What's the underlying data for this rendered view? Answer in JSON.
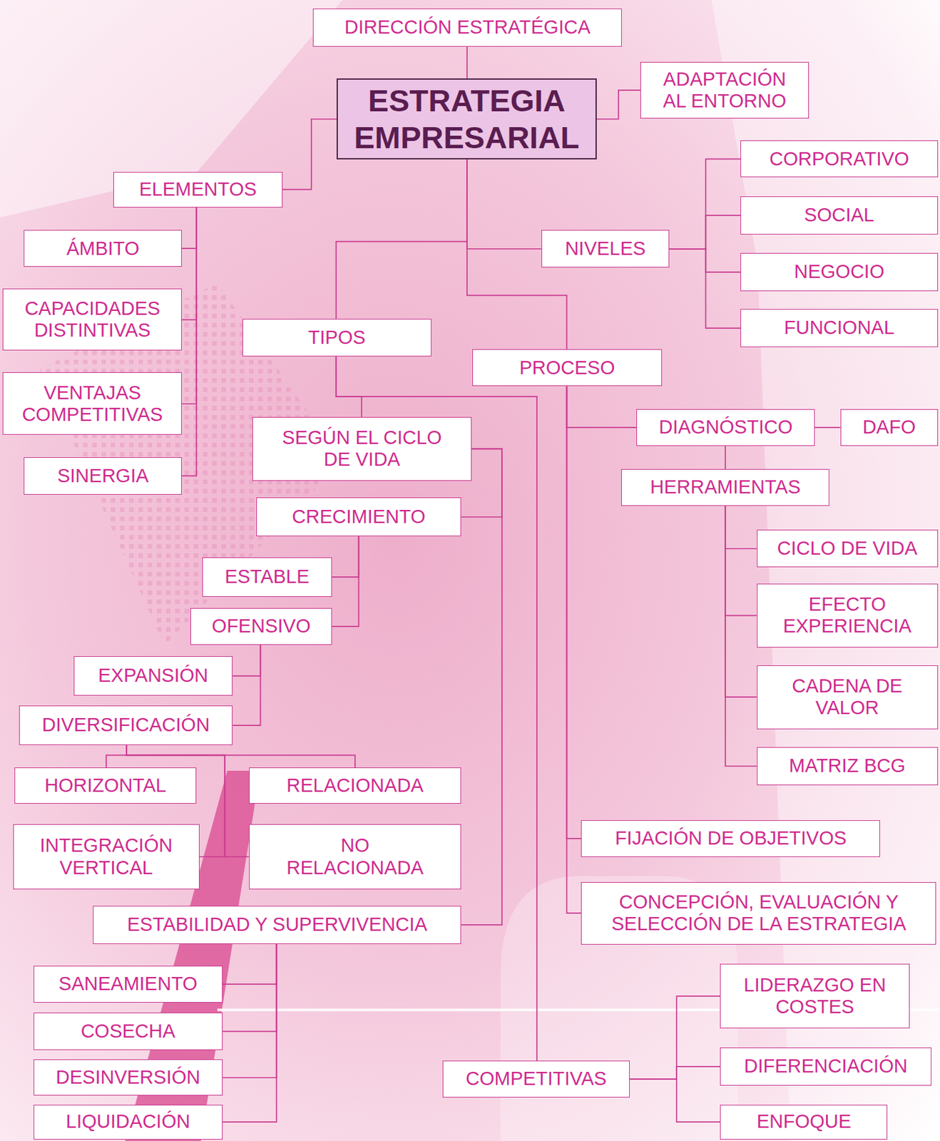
{
  "diagram": {
    "nodes": [
      {
        "text": [
          "DIRECCIÓN ESTRATÉGICA"
        ]
      },
      {
        "text": [
          "ESTRATEGIA EMPRESARIAL"
        ]
      },
      {
        "text": [
          "ADAPTACIÓN AL ENTORNO"
        ]
      },
      {
        "text": [
          "ELEMENTOS"
        ]
      },
      {
        "text": [
          "ÁMBITO"
        ]
      },
      {
        "text": [
          "CAPACIDADES DISTINTIVAS"
        ]
      },
      {
        "text": [
          "VENTAJAS COMPETITIVAS"
        ]
      },
      {
        "text": [
          "SINERGIA"
        ]
      },
      {
        "text": [
          "TIPOS"
        ]
      },
      {
        "text": [
          "NIVELES"
        ]
      },
      {
        "text": [
          "CORPORATIVO"
        ]
      },
      {
        "text": [
          "SOCIAL"
        ]
      },
      {
        "text": [
          "NEGOCIO"
        ]
      },
      {
        "text": [
          "FUNCIONAL"
        ]
      },
      {
        "text": [
          "PROCESO"
        ]
      },
      {
        "text": [
          "SEGÚN EL CICLO DE VIDA"
        ]
      },
      {
        "text": [
          "CRECIMIENTO"
        ]
      },
      {
        "text": [
          "ESTABLE"
        ]
      },
      {
        "text": [
          "OFENSIVO"
        ]
      },
      {
        "text": [
          "EXPANSIÓN"
        ]
      },
      {
        "text": [
          "DIVERSIFICACIÓN"
        ]
      },
      {
        "text": [
          "HORIZONTAL"
        ]
      },
      {
        "text": [
          "RELACIONADA"
        ]
      },
      {
        "text": [
          "INTEGRACIÓN VERTICAL"
        ]
      },
      {
        "text": [
          "NO RELACIONADA"
        ]
      },
      {
        "text": [
          "ESTABILIDAD Y SUPERVIVENCIA"
        ]
      },
      {
        "text": [
          "SANEAMIENTO"
        ]
      },
      {
        "text": [
          "COSECHA"
        ]
      },
      {
        "text": [
          "DESINVERSIÓN"
        ]
      },
      {
        "text": [
          "LIQUIDACIÓN"
        ]
      },
      {
        "text": [
          "COMPETITIVAS"
        ]
      },
      {
        "text": [
          "LIDERAZGO EN COSTES"
        ]
      },
      {
        "text": [
          "DIFERENCIACIÓN"
        ]
      },
      {
        "text": [
          "ENFOQUE"
        ]
      },
      {
        "text": [
          "DIAGNÓSTICO"
        ]
      },
      {
        "text": [
          "DAFO"
        ]
      },
      {
        "text": [
          "HERRAMIENTAS"
        ]
      },
      {
        "text": [
          "CICLO DE VIDA"
        ]
      },
      {
        "text": [
          "EFECTO EXPERIENCIA"
        ]
      },
      {
        "text": [
          "CADENA DE VALOR"
        ]
      },
      {
        "text": [
          "MATRIZ BCG"
        ]
      },
      {
        "text": [
          "FIJACIÓN DE OBJETIVOS"
        ]
      },
      {
        "text": [
          "CONCEPCIÓN, EVALUACIÓN Y SELECCIÓN DE LA ESTRATEGIA"
        ]
      }
    ],
    "edges": [
      {
        "from": 1,
        "to": 0,
        "arrow": "none"
      },
      {
        "from": 1,
        "to": 2,
        "arrow": "none"
      },
      {
        "from": 1,
        "to": 3,
        "arrow": "none"
      },
      {
        "from": 1,
        "to": 9,
        "arrow": "none"
      },
      {
        "from": 1,
        "to": 8,
        "arrow": "none"
      },
      {
        "from": 1,
        "to": 14,
        "arrow": "none"
      },
      {
        "from": 3,
        "to": 4,
        "arrow": "none"
      },
      {
        "from": 3,
        "to": 5,
        "arrow": "none"
      },
      {
        "from": 3,
        "to": 6,
        "arrow": "none"
      },
      {
        "from": 3,
        "to": 7,
        "arrow": "none"
      },
      {
        "from": 9,
        "to": 10,
        "arrow": "none"
      },
      {
        "from": 9,
        "to": 11,
        "arrow": "none"
      },
      {
        "from": 9,
        "to": 12,
        "arrow": "none"
      },
      {
        "from": 9,
        "to": 13,
        "arrow": "none"
      },
      {
        "from": 8,
        "to": 15,
        "arrow": "none"
      },
      {
        "from": 8,
        "to": 30,
        "arrow": "none"
      },
      {
        "from": 15,
        "to": 16,
        "arrow": "none"
      },
      {
        "from": 15,
        "to": 25,
        "arrow": "none"
      },
      {
        "from": 16,
        "to": 17,
        "arrow": "none"
      },
      {
        "from": 16,
        "to": 18,
        "arrow": "none"
      },
      {
        "from": 18,
        "to": 19,
        "arrow": "none"
      },
      {
        "from": 18,
        "to": 20,
        "arrow": "none"
      },
      {
        "from": 20,
        "to": 21,
        "arrow": "none"
      },
      {
        "from": 20,
        "to": 22,
        "arrow": "none"
      },
      {
        "from": 20,
        "to": 23,
        "arrow": "none"
      },
      {
        "from": 20,
        "to": 24,
        "arrow": "none"
      },
      {
        "from": 25,
        "to": 26,
        "arrow": "none"
      },
      {
        "from": 25,
        "to": 27,
        "arrow": "none"
      },
      {
        "from": 25,
        "to": 28,
        "arrow": "none"
      },
      {
        "from": 25,
        "to": 29,
        "arrow": "none"
      },
      {
        "from": 30,
        "to": 31,
        "arrow": "none"
      },
      {
        "from": 30,
        "to": 32,
        "arrow": "none"
      },
      {
        "from": 30,
        "to": 33,
        "arrow": "none"
      },
      {
        "from": 14,
        "to": 34,
        "arrow": "none"
      },
      {
        "from": 14,
        "to": 41,
        "arrow": "none"
      },
      {
        "from": 14,
        "to": 42,
        "arrow": "none"
      },
      {
        "from": 34,
        "to": 35,
        "arrow": "none"
      },
      {
        "from": 34,
        "to": 36,
        "arrow": "none"
      },
      {
        "from": 36,
        "to": 37,
        "arrow": "none"
      },
      {
        "from": 36,
        "to": 38,
        "arrow": "none"
      },
      {
        "from": 36,
        "to": 39,
        "arrow": "none"
      },
      {
        "from": 36,
        "to": 40,
        "arrow": "none"
      }
    ]
  }
}
